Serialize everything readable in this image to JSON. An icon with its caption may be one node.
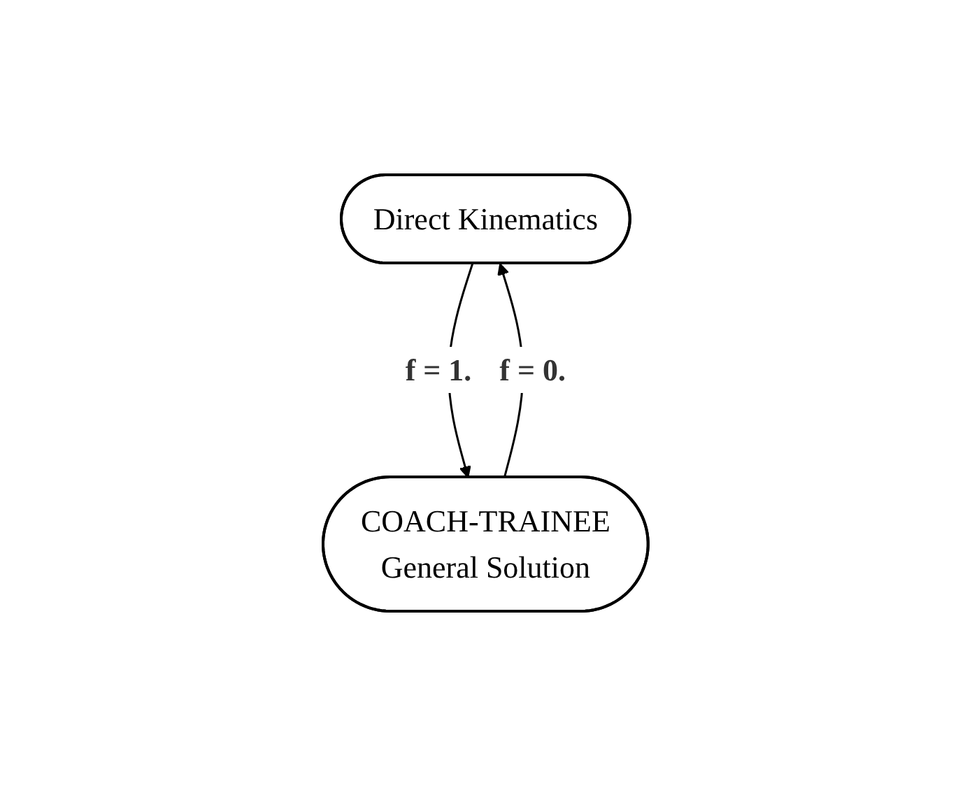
{
  "diagram": {
    "nodes": [
      {
        "text": [
          "Direct Kinematics"
        ]
      },
      {
        "text": [
          "COACH-TRAINEE",
          "General Solution"
        ]
      }
    ],
    "edges": [
      {
        "from": 0,
        "to": 1,
        "arrow": "to",
        "label": "f = 1."
      },
      {
        "from": 1,
        "to": 0,
        "arrow": "to",
        "label": "f = 0."
      }
    ]
  }
}
